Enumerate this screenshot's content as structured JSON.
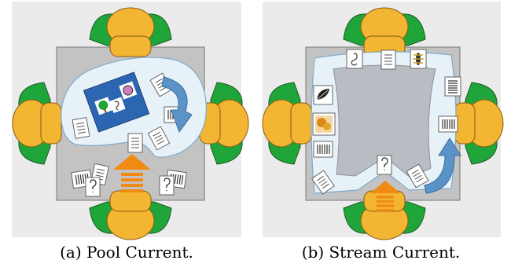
{
  "panels": [
    {
      "id": "a",
      "caption": "(a) Pool Current."
    },
    {
      "id": "b",
      "caption": "(b) Stream Current."
    }
  ],
  "colors": {
    "panel_bg": "#ebebeb",
    "table": "#c3c3c3",
    "pool": "#e6f1f8",
    "stream_center": "#b9bcc2",
    "chair": "#1fa539",
    "person": "#f2b632",
    "arrow_orange": "#f08a12",
    "arrow_blue": "#5b93c8",
    "photo_blue": "#2c66b3"
  },
  "icons": [
    "person-icon",
    "document-icon",
    "question-document-icon",
    "barcode-card-icon",
    "leaf-icon",
    "insect-icon",
    "photo-card-icon"
  ]
}
